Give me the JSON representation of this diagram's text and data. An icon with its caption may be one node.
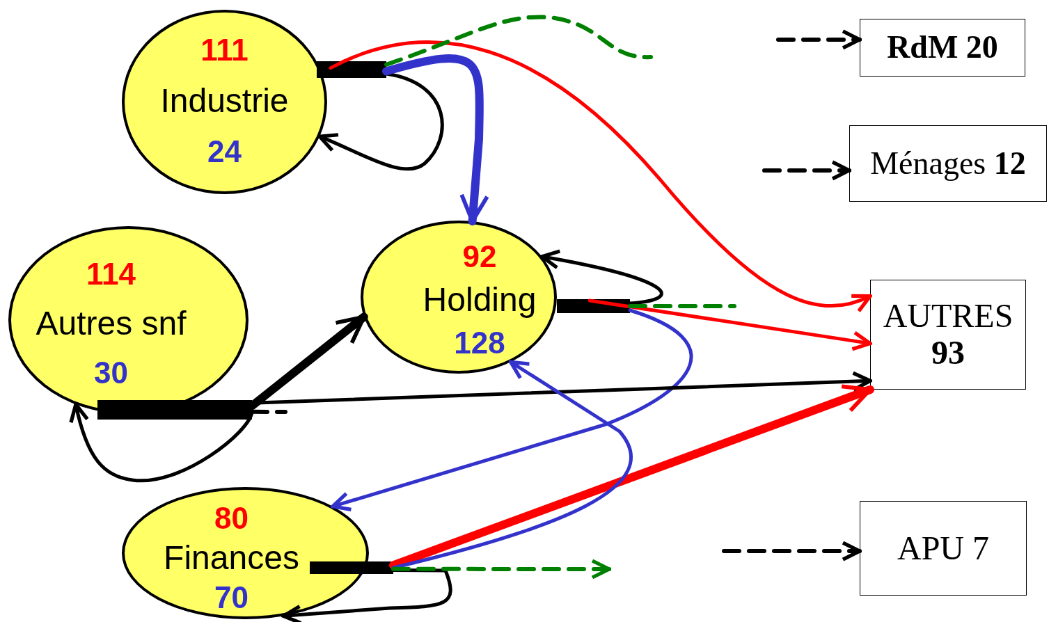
{
  "diagram": {
    "nodes": [
      {
        "text": [
          "111",
          "Industrie",
          "24"
        ]
      },
      {
        "text": [
          "114",
          "Autres snf",
          "30"
        ]
      },
      {
        "text": [
          "92",
          "Holding",
          "128"
        ]
      },
      {
        "text": [
          "80",
          "Finances",
          "70"
        ]
      },
      {
        "text": [
          "RdM 20"
        ]
      },
      {
        "text": [
          "Ménages **12**"
        ]
      },
      {
        "text": [
          "AUTRES **93**"
        ]
      },
      {
        "text": [
          "APU 7"
        ]
      },
      {
        "text": [],
        "shape": "bar"
      },
      {
        "text": [],
        "shape": "bar"
      },
      {
        "text": [],
        "shape": "bar"
      },
      {
        "text": [],
        "shape": "bar"
      }
    ],
    "edges": [
      {
        "from": 8,
        "to": 0,
        "arrow": "to"
      },
      {
        "from": 8,
        "to": 2,
        "arrow": "to",
        "style": "thick",
        "color": "#3333cc"
      },
      {
        "from": 8,
        "to": 6,
        "arrow": "to",
        "color": "#ff0000"
      },
      {
        "from": 8,
        "to": null,
        "arrow": "none",
        "style": "dashed",
        "color": "#008000"
      },
      {
        "from": 9,
        "to": 2,
        "arrow": "to"
      },
      {
        "from": 9,
        "to": 6,
        "arrow": "to",
        "color": "#ff0000"
      },
      {
        "from": 9,
        "to": 3,
        "arrow": "to",
        "color": "#3333cc"
      },
      {
        "from": 9,
        "to": null,
        "arrow": "none",
        "style": "dashed",
        "color": "#008000"
      },
      {
        "from": 10,
        "to": 2,
        "arrow": "to",
        "style": "thick"
      },
      {
        "from": 10,
        "to": 6,
        "arrow": "to"
      },
      {
        "from": 10,
        "to": 1,
        "arrow": "to"
      },
      {
        "from": 10,
        "to": null,
        "arrow": "none",
        "style": "dashed"
      },
      {
        "from": 11,
        "to": 6,
        "arrow": "to",
        "style": "thick",
        "color": "#ff0000"
      },
      {
        "from": 11,
        "to": 2,
        "arrow": "to",
        "color": "#3333cc"
      },
      {
        "from": 11,
        "to": 3,
        "arrow": "to"
      },
      {
        "from": 11,
        "to": null,
        "arrow": "to",
        "style": "dashed",
        "color": "#008000"
      },
      {
        "from": null,
        "to": 4,
        "arrow": "to",
        "style": "dashed"
      },
      {
        "from": null,
        "to": 5,
        "arrow": "to",
        "style": "dashed"
      },
      {
        "from": null,
        "to": 7,
        "arrow": "to",
        "style": "dashed"
      }
    ]
  }
}
